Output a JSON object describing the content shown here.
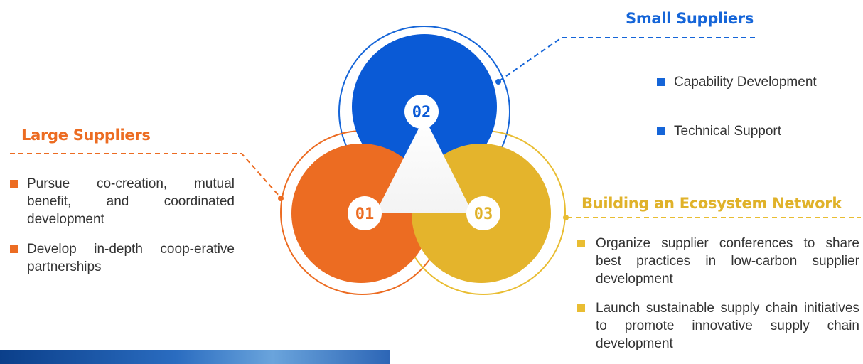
{
  "groups": {
    "large": {
      "number": "01",
      "title": "Large Suppliers",
      "color": "#ec6c22",
      "items": [
        "Pursue co-creation, mutual benefit, and coordinated development",
        "Develop in-depth coop-erative partnerships"
      ]
    },
    "small": {
      "number": "02",
      "title": "Small Suppliers",
      "color": "#1565d8",
      "items": [
        "Capability Development",
        "Technical Support"
      ]
    },
    "ecosystem": {
      "number": "03",
      "title": "Building an Ecosystem Network",
      "color": "#e0b22a",
      "items": [
        "Organize supplier conferences to share best practices in low-carbon supplier development",
        "Launch sustainable supply chain initiatives to promote innovative supply chain development"
      ]
    }
  }
}
